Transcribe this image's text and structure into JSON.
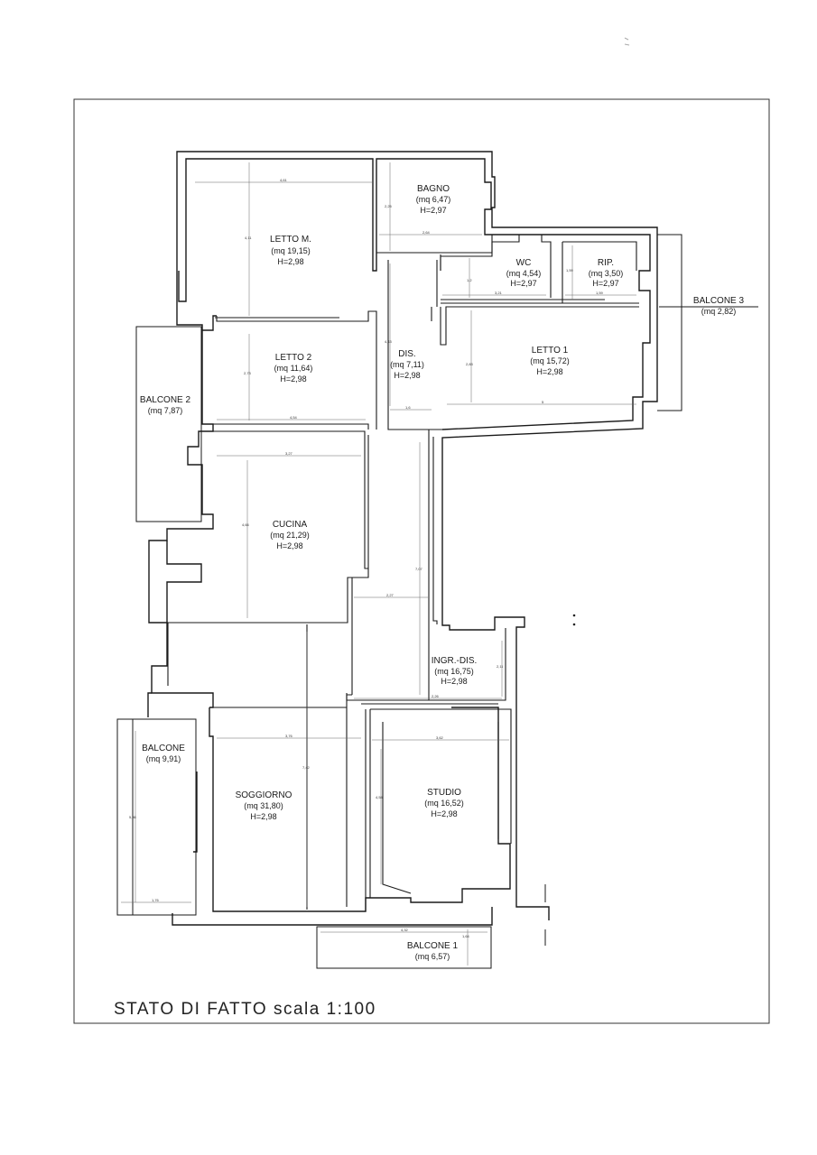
{
  "drawing": {
    "title": "STATO DI FATTO scala 1:100",
    "stroke_color": "#1a1a1a"
  },
  "rooms": {
    "letto_m": {
      "name": "LETTO M.",
      "area": "(mq 19,15)",
      "height": "H=2,98"
    },
    "bagno": {
      "name": "BAGNO",
      "area": "(mq 6,47)",
      "height": "H=2,97"
    },
    "wc": {
      "name": "WC",
      "area": "(mq 4,54)",
      "height": "H=2,97"
    },
    "rip": {
      "name": "RIP.",
      "area": "(mq 3,50)",
      "height": "H=2,97"
    },
    "balcone_3": {
      "name": "BALCONE 3",
      "area": "(mq 2,82)"
    },
    "letto_2": {
      "name": "LETTO 2",
      "area": "(mq 11,64)",
      "height": "H=2,98"
    },
    "dis": {
      "name": "DIS.",
      "area": "(mq 7,11)",
      "height": "H=2,98"
    },
    "letto_1": {
      "name": "LETTO 1",
      "area": "(mq 15,72)",
      "height": "H=2,98"
    },
    "balcone_2": {
      "name": "BALCONE 2",
      "area": "(mq 7,87)"
    },
    "cucina": {
      "name": "CUCINA",
      "area": "(mq 21,29)",
      "height": "H=2,98"
    },
    "ingr_dis": {
      "name": "INGR.-DIS.",
      "area": "(mq 16,75)",
      "height": "H=2,98"
    },
    "balcone": {
      "name": "BALCONE",
      "area": "(mq 9,91)"
    },
    "soggiorno": {
      "name": "SOGGIORNO",
      "area": "(mq 31,80)",
      "height": "H=2,98"
    },
    "studio": {
      "name": "STUDIO",
      "area": "(mq 16,52)",
      "height": "H=2,98"
    },
    "balcone_1": {
      "name": "BALCONE 1",
      "area": "(mq 6,57)"
    }
  },
  "dimensions": {
    "letto_m_w": "4,61",
    "letto_m_h": "4,11",
    "bagno_w": "2,64",
    "bagno_h": "2,25",
    "wc_w": "3,21",
    "wc_h": "1,2",
    "rip_w": "1,59",
    "rip_h": "1,59",
    "letto_2_w": "4,54",
    "letto_2_h": "2,73",
    "dis_w": "1,6",
    "dis_h": "4,43",
    "letto_1_w": "5",
    "letto_1_h": "2,83",
    "cucina_w": "3,27",
    "cucina_h": "4,66",
    "ingr_w": "2,27",
    "ingr_h": "7,07",
    "ingr_b_w": "2,26",
    "ingr_b_h": "2,11",
    "soggiorno_w": "3,76",
    "soggiorno_h": "7,42",
    "studio_w": "3,62",
    "studio_h": "4,54",
    "balcone_w": "1,76",
    "balcone_h": "5,36",
    "balcone_1_w": "4,32",
    "balcone_1_h": "1,64"
  }
}
